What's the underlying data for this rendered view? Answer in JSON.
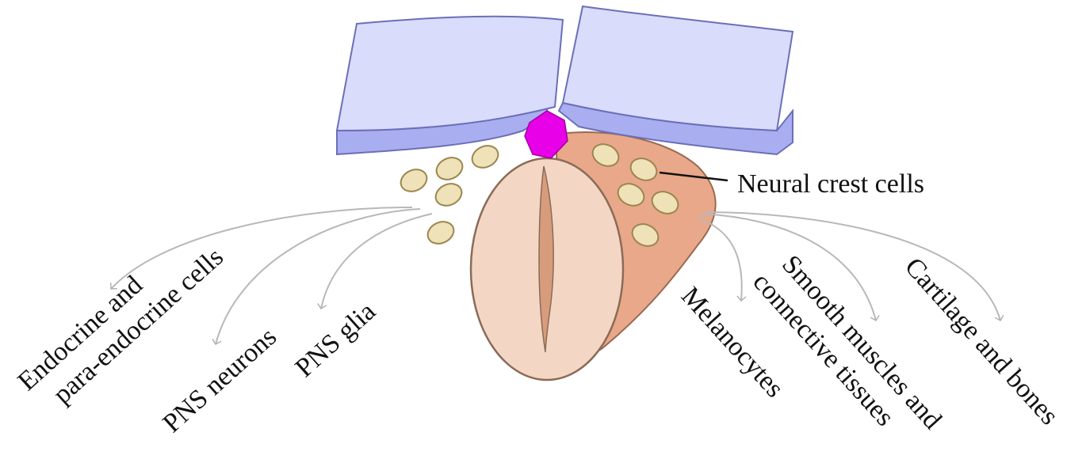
{
  "labels": {
    "neural_crest": "Neural crest cells",
    "endocrine_line1": "Endocrine and",
    "endocrine_line2": "para-endocrine cells",
    "pns_neurons": "PNS neurons",
    "pns_glia": "PNS glia",
    "melanocytes": "Melanocytes",
    "smooth_line1": "Smooth muscles and",
    "smooth_line2": "connective tissues",
    "cartilage": "Cartilage and bones"
  },
  "colors": {
    "neural_plate_top": "#d9dcfb",
    "neural_plate_side": "#a9aef0",
    "neural_plate_edge": "#6b6fb8",
    "notochord_pink": "#e800e8",
    "neural_tube_fill": "#f3d7c4",
    "neural_tube_lumen": "#d79c7b",
    "somite_fill": "#e9a889",
    "crest_cell_fill": "#efe2b8",
    "crest_cell_edge": "#9b8750",
    "arrow_gray": "#b8b8b8"
  }
}
